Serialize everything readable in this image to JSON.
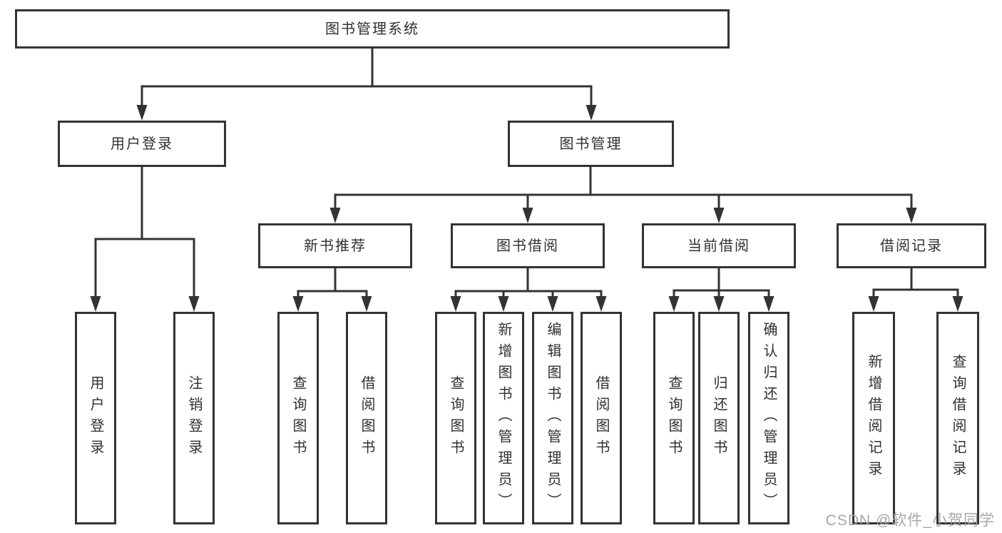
{
  "page": {
    "background": "#ffffff"
  },
  "diagram": {
    "type": "tree",
    "line_color": "#333333",
    "text_color": "#303030",
    "nodes": {
      "root": {
        "label": "图书管理系统"
      },
      "user_login": {
        "label": "用户登录"
      },
      "book_mgmt": {
        "label": "图书管理"
      },
      "new_book_rec": {
        "label": "新书推荐"
      },
      "book_borrow": {
        "label": "图书借阅"
      },
      "current_borrow": {
        "label": "当前借阅"
      },
      "borrow_records": {
        "label": "借阅记录"
      },
      "leaf_user_login": {
        "label": "用户登录"
      },
      "leaf_logout": {
        "label": "注销登录"
      },
      "nbr_query_books": {
        "label": "查询图书"
      },
      "nbr_borrow_books": {
        "label": "借阅图书"
      },
      "bb_query_books": {
        "label": "查询图书"
      },
      "bb_add_books": {
        "label": "新增图书（管理员）"
      },
      "bb_edit_books": {
        "label": "编辑图书（管理员）"
      },
      "bb_borrow_books": {
        "label": "借阅图书"
      },
      "cb_query_books": {
        "label": "查询图书"
      },
      "cb_return_books": {
        "label": "归还图书"
      },
      "cb_confirm_return": {
        "label": "确认归还（管理员）"
      },
      "br_add_record": {
        "label": "新增借阅记录"
      },
      "br_query_record": {
        "label": "查询借阅记录"
      }
    },
    "edges": [
      [
        "root",
        "user_login"
      ],
      [
        "root",
        "book_mgmt"
      ],
      [
        "user_login",
        "leaf_user_login"
      ],
      [
        "user_login",
        "leaf_logout"
      ],
      [
        "book_mgmt",
        "new_book_rec"
      ],
      [
        "book_mgmt",
        "book_borrow"
      ],
      [
        "book_mgmt",
        "current_borrow"
      ],
      [
        "book_mgmt",
        "borrow_records"
      ],
      [
        "new_book_rec",
        "nbr_query_books"
      ],
      [
        "new_book_rec",
        "nbr_borrow_books"
      ],
      [
        "book_borrow",
        "bb_query_books"
      ],
      [
        "book_borrow",
        "bb_add_books"
      ],
      [
        "book_borrow",
        "bb_edit_books"
      ],
      [
        "book_borrow",
        "bb_borrow_books"
      ],
      [
        "current_borrow",
        "cb_query_books"
      ],
      [
        "current_borrow",
        "cb_return_books"
      ],
      [
        "current_borrow",
        "cb_confirm_return"
      ],
      [
        "borrow_records",
        "br_add_record"
      ],
      [
        "borrow_records",
        "br_query_record"
      ]
    ]
  },
  "watermark": {
    "text": "CSDN @软件_小贺同学",
    "color": "#a0a0a0"
  }
}
